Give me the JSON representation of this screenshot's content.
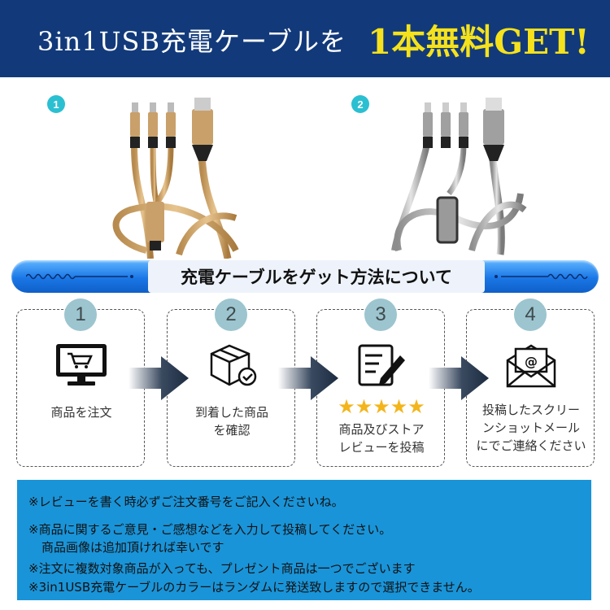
{
  "header": {
    "title": "3in1USB充電ケーブルを",
    "highlight": "1本無料GET!"
  },
  "products": [
    {
      "badge": "1",
      "color": "gold"
    },
    {
      "badge": "2",
      "color": "silver"
    }
  ],
  "section": {
    "title": "充電ケーブルをゲット方法について"
  },
  "steps": [
    {
      "number": "1",
      "icon": "computer-cart-icon",
      "text": "商品を注文"
    },
    {
      "number": "2",
      "icon": "package-check-icon",
      "text": "到着した商品\nを確認"
    },
    {
      "number": "3",
      "icon": "review-edit-icon",
      "rating": "★★★★★",
      "text": "商品及びストア\nレビューを投稿"
    },
    {
      "number": "4",
      "icon": "mail-icon",
      "text": "投稿したスクリー\nンショットメール\nにでご連絡ください"
    }
  ],
  "notes": [
    "※レビューを書く時必ずご注文番号をご記入くださいね。",
    "※商品に関するご意見・ご感想などを入力して投稿してください。",
    "商品画像は追加頂ければ幸いです",
    "※注文に複数対象商品が入っても、プレゼント商品は一つでございます",
    "※3in1USB充電ケーブルのカラーはランダムに発送致しますので選択できません。"
  ],
  "colors": {
    "header_bg": "#123a7a",
    "highlight": "#f5e21c",
    "pill_blue": "#1a77e6",
    "step_number_bg": "#9cc5cf",
    "notes_bg": "#1a94d8",
    "stars": "#f3b51b",
    "badge": "#2bbfd2"
  }
}
